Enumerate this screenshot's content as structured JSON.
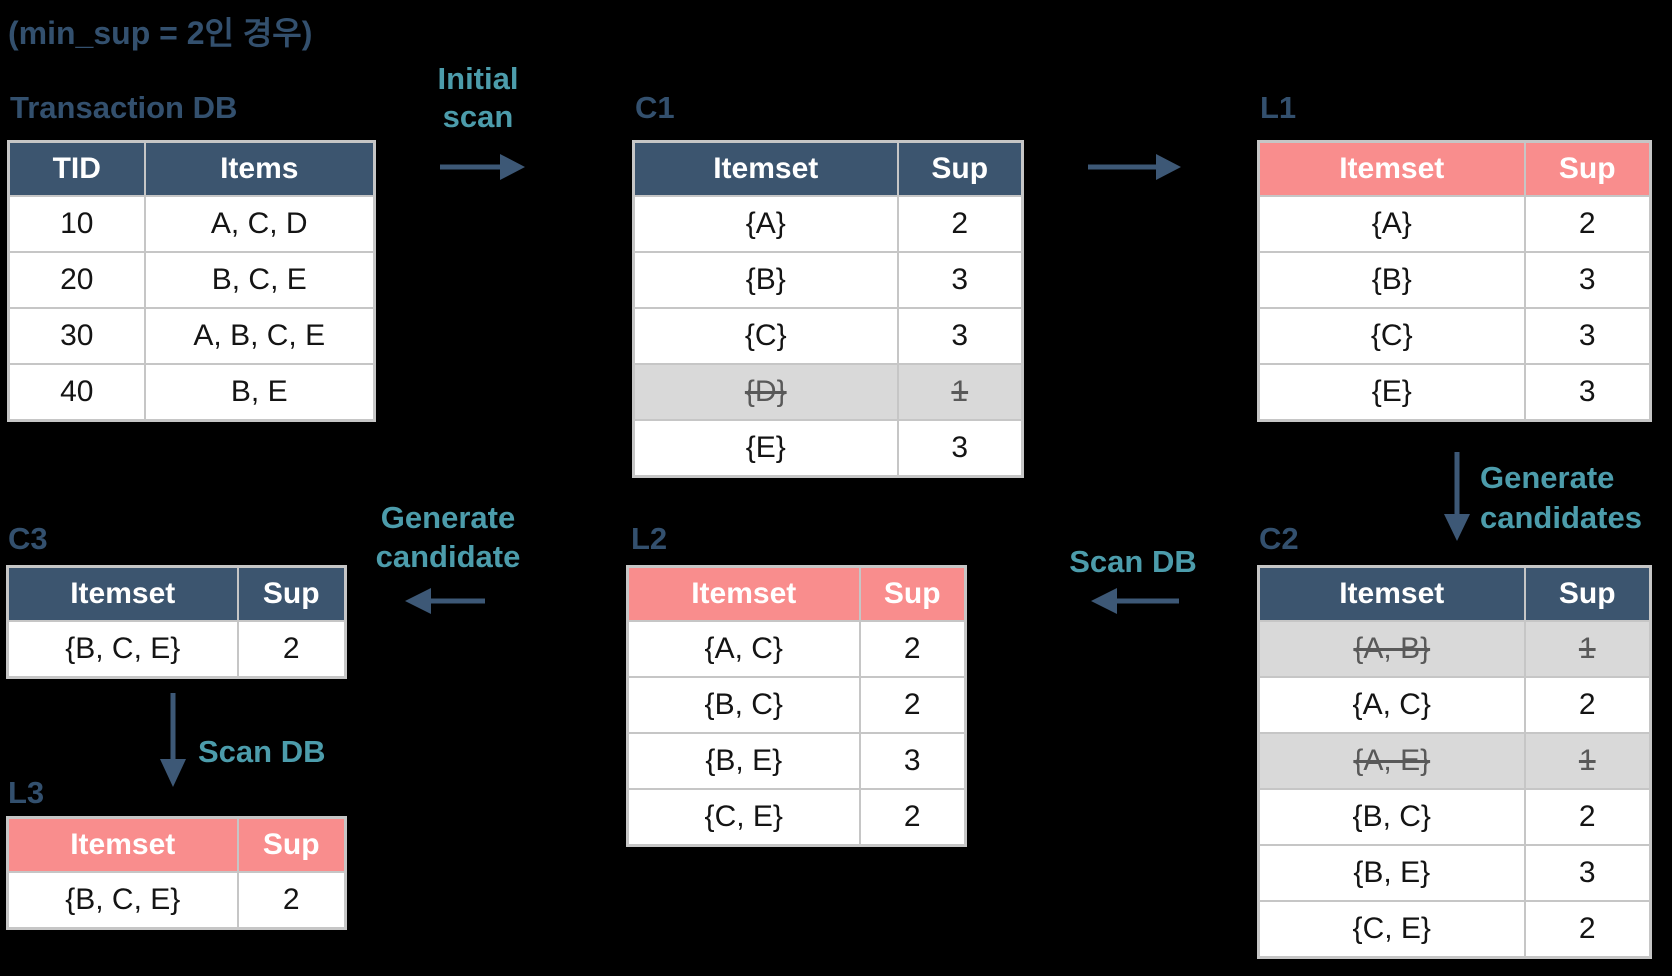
{
  "title": "(min_sup = 2인 경우)",
  "colors": {
    "navy_header": "#3c556f",
    "pink_header": "#f98d8d",
    "teal_text": "#4c9cab",
    "navy_text": "#33506e",
    "arrow": "#3d5876",
    "pruned_bg": "#d9d9d9",
    "pruned_text": "#595959"
  },
  "tables": {
    "transaction": {
      "label": "Transaction DB",
      "headers": [
        "TID",
        "Items"
      ],
      "rows": [
        {
          "cells": [
            "10",
            "A, C, D"
          ],
          "pruned": false
        },
        {
          "cells": [
            "20",
            "B, C, E"
          ],
          "pruned": false
        },
        {
          "cells": [
            "30",
            "A, B, C, E"
          ],
          "pruned": false
        },
        {
          "cells": [
            "40",
            "B, E"
          ],
          "pruned": false
        }
      ]
    },
    "c1": {
      "label": "C1",
      "headers": [
        "Itemset",
        "Sup"
      ],
      "rows": [
        {
          "cells": [
            "{A}",
            "2"
          ],
          "pruned": false
        },
        {
          "cells": [
            "{B}",
            "3"
          ],
          "pruned": false
        },
        {
          "cells": [
            "{C}",
            "3"
          ],
          "pruned": false
        },
        {
          "cells": [
            "{D}",
            "1"
          ],
          "pruned": true
        },
        {
          "cells": [
            "{E}",
            "3"
          ],
          "pruned": false
        }
      ]
    },
    "l1": {
      "label": "L1",
      "headers": [
        "Itemset",
        "Sup"
      ],
      "rows": [
        {
          "cells": [
            "{A}",
            "2"
          ],
          "pruned": false
        },
        {
          "cells": [
            "{B}",
            "3"
          ],
          "pruned": false
        },
        {
          "cells": [
            "{C}",
            "3"
          ],
          "pruned": false
        },
        {
          "cells": [
            "{E}",
            "3"
          ],
          "pruned": false
        }
      ]
    },
    "c2": {
      "label": "C2",
      "headers": [
        "Itemset",
        "Sup"
      ],
      "rows": [
        {
          "cells": [
            "{A, B}",
            "1"
          ],
          "pruned": true
        },
        {
          "cells": [
            "{A, C}",
            "2"
          ],
          "pruned": false
        },
        {
          "cells": [
            "{A, E}",
            "1"
          ],
          "pruned": true
        },
        {
          "cells": [
            "{B, C}",
            "2"
          ],
          "pruned": false
        },
        {
          "cells": [
            "{B, E}",
            "3"
          ],
          "pruned": false
        },
        {
          "cells": [
            "{C, E}",
            "2"
          ],
          "pruned": false
        }
      ]
    },
    "l2": {
      "label": "L2",
      "headers": [
        "Itemset",
        "Sup"
      ],
      "rows": [
        {
          "cells": [
            "{A, C}",
            "2"
          ],
          "pruned": false
        },
        {
          "cells": [
            "{B, C}",
            "2"
          ],
          "pruned": false
        },
        {
          "cells": [
            "{B, E}",
            "3"
          ],
          "pruned": false
        },
        {
          "cells": [
            "{C, E}",
            "2"
          ],
          "pruned": false
        }
      ]
    },
    "c3": {
      "label": "C3",
      "headers": [
        "Itemset",
        "Sup"
      ],
      "rows": [
        {
          "cells": [
            "{B, C, E}",
            "2"
          ],
          "pruned": false
        }
      ]
    },
    "l3": {
      "label": "L3",
      "headers": [
        "Itemset",
        "Sup"
      ],
      "rows": [
        {
          "cells": [
            "{B, C, E}",
            "2"
          ],
          "pruned": false
        }
      ]
    }
  },
  "annotations": {
    "initial_scan": {
      "line1": "Initial",
      "line2": "scan"
    },
    "generate_candidates": {
      "line1": "Generate",
      "line2": "candidates"
    },
    "scan_db_right": "Scan DB",
    "generate_candidate": {
      "line1": "Generate",
      "line2": "candidate"
    },
    "scan_db_left": "Scan DB"
  }
}
